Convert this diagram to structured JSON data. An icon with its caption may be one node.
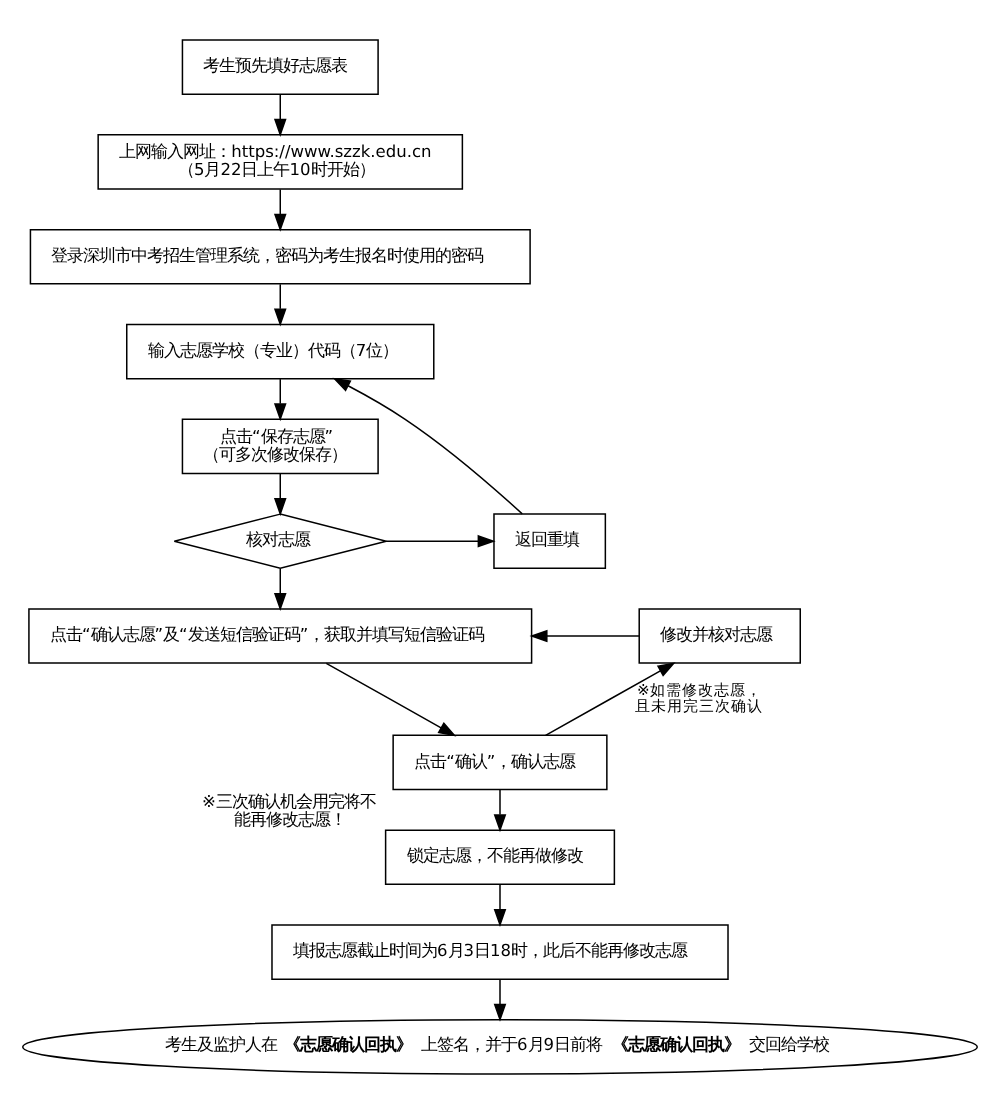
{
  "diagram": {
    "nodes": [
      {
        "text": [
          "考生预先填好志愿表"
        ]
      },
      {
        "text": [
          "上网输入网址：https://www.szzk.edu.cn",
          "（5月22日上午10时开始）"
        ]
      },
      {
        "text": [
          "登录深圳市中考招生管理系统，密码为考生报名时使用的密码"
        ]
      },
      {
        "text": [
          "输入志愿学校（专业）代码（7位）"
        ]
      },
      {
        "text": [
          "点击“保存志愿”",
          "（可多次修改保存）"
        ]
      },
      {
        "text": [
          "核对志愿"
        ]
      },
      {
        "text": [
          "返回重填"
        ]
      },
      {
        "text": [
          "点击“确认志愿”及“发送短信验证码”，获取并填写短信验证码"
        ]
      },
      {
        "text": [
          "修改并核对志愿"
        ]
      },
      {
        "text": [
          "点击“确认”，确认志愿"
        ]
      },
      {
        "text": [
          "锁定志愿，不能再做修改"
        ],
        "beside": [
          "※三次确认机会用完将不能再修改志愿！"
        ]
      },
      {
        "text": [
          "填报志愿截止时间为6月3日18时，此后不能再修改志愿"
        ]
      },
      {
        "text": [
          "考生及监护人在**《志愿确认回执》**上签名，并于6月9日前将**《志愿确认回执》**交回给学校"
        ]
      }
    ],
    "edges": [
      {
        "from": 0,
        "to": 1,
        "arrow": "to"
      },
      {
        "from": 1,
        "to": 2,
        "arrow": "to"
      },
      {
        "from": 2,
        "to": 3,
        "arrow": "to"
      },
      {
        "from": 3,
        "to": 4,
        "arrow": "to"
      },
      {
        "from": 4,
        "to": 5,
        "arrow": "to"
      },
      {
        "from": 5,
        "to": 6,
        "arrow": "to"
      },
      {
        "from": 6,
        "to": 3,
        "arrow": "to"
      },
      {
        "from": 5,
        "to": 7,
        "arrow": "to"
      },
      {
        "from": 8,
        "to": 7,
        "arrow": "to"
      },
      {
        "from": 9,
        "to": 8,
        "arrow": "to",
        "label": "※如需修改志愿，且未用完三次确认"
      },
      {
        "from": 7,
        "to": 9,
        "arrow": "to"
      },
      {
        "from": 9,
        "to": 10,
        "arrow": "to"
      },
      {
        "from": 10,
        "to": 11,
        "arrow": "to"
      },
      {
        "from": 11,
        "to": 12,
        "arrow": "to"
      }
    ]
  }
}
